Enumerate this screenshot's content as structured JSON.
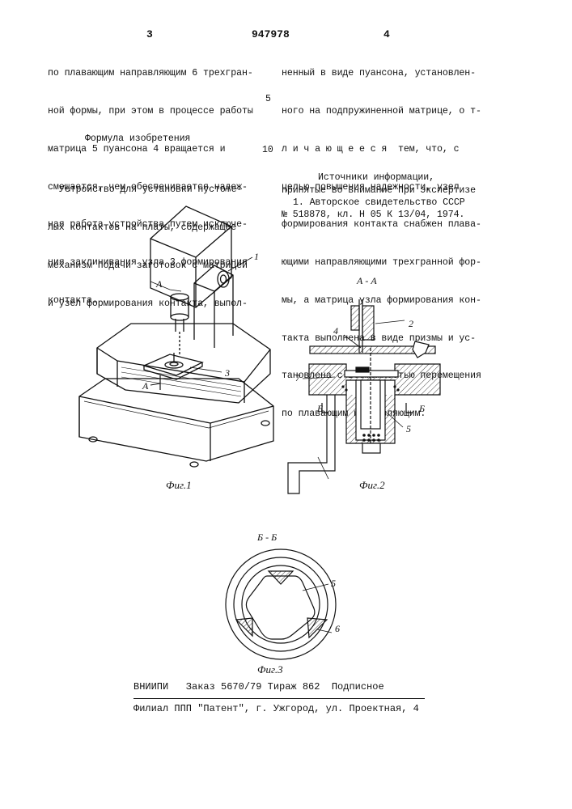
{
  "header": {
    "page_left": "3",
    "patent_number": "947978",
    "page_right": "4"
  },
  "left_column": {
    "lines_top": [
      "по плавающим направляющим 6 трехгран-",
      "ной формы, при этом в процессе работы",
      "матрица 5 пуансона 4 вращается и",
      "смещается, чем обеспечивается надеж-",
      "ная работа устройства путем исключе-",
      "ния заклинивания узла 3 формирования",
      "контакта."
    ],
    "heading": "Формула изобретения",
    "lines_claim": [
      "Устройство для установки пустоте-",
      "лых контактов на платы, содержащее",
      "механизм подачи заготовок с матрицей",
      "и узел формирования контакта, выпол-"
    ]
  },
  "margin_numbers": {
    "m5": "5",
    "m10": "10"
  },
  "right_column": {
    "lines_top": [
      "ненный в виде пуансона, установлен-",
      "ного на подпружиненной матрице, о т-",
      "л и ч а ю щ е е с я  тем, что, с",
      "целью повышения надежности, узел",
      "формирования контакта снабжен плава-",
      "ющими направляющими трехгранной фор-",
      "мы, а матрица узла формирования кон-",
      "такта выполнена в виде призмы и ус-",
      "тановлена с возможностью перемещения",
      "по плавающим направляющим."
    ],
    "sources_heading_1": "Источники информации,",
    "sources_heading_2": "принятые во внимание при экспертизе",
    "source_1a": "1. Авторское свидетельство СССР",
    "source_1b": "№ 518878, кл. Н 05 К 13/04, 1974."
  },
  "fig1": {
    "caption": "Фиг.1",
    "label_1": "1",
    "label_3": "3",
    "label_A_top": "А",
    "label_A_bottom": "А"
  },
  "fig2": {
    "caption": "Фиг.2",
    "section_title": "А - А",
    "label_2": "2",
    "label_4": "4",
    "label_5": "5",
    "label_7": "7",
    "label_B_left": "Б",
    "label_B_right": "Б"
  },
  "fig3": {
    "caption": "Фиг.3",
    "section_title": "Б - Б",
    "label_5": "5",
    "label_6": "6"
  },
  "footer": {
    "line_1": "ВНИИПИ   Заказ 5670/79 Тираж 862  Подписное",
    "line_2": "Филиал ППП \"Патент\", г. Ужгород, ул. Проектная, 4"
  }
}
